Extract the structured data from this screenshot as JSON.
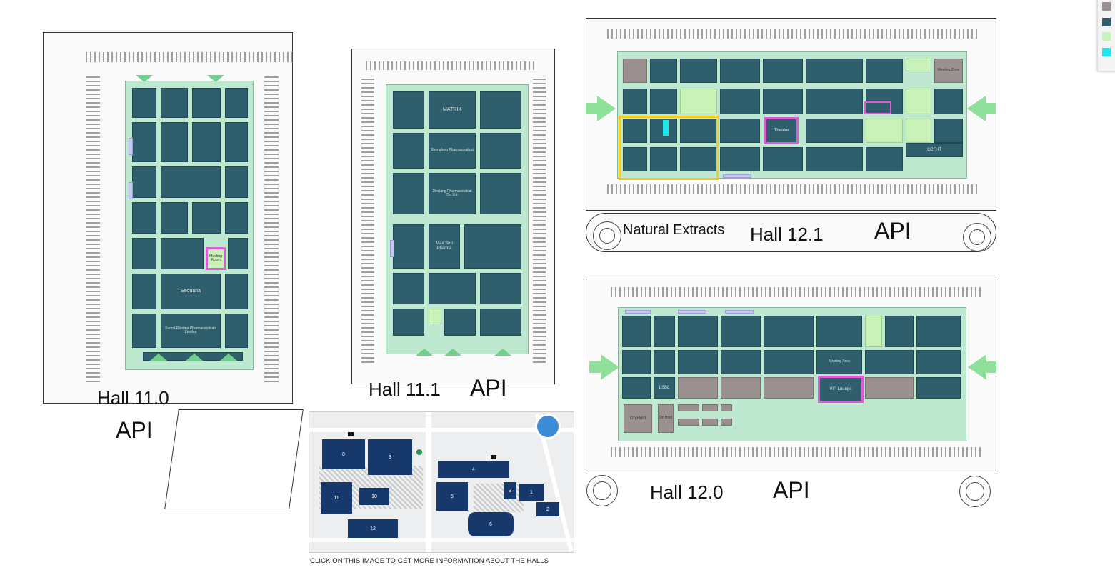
{
  "halls": {
    "hall_11_0": {
      "name": "Hall 11.0",
      "tag": "API",
      "booths": [
        "Sequana",
        "Sanofi-Pharma Pharmaceuticals Zentiva",
        "Meeting Room"
      ]
    },
    "hall_11_1": {
      "name": "Hall 11.1",
      "tag": "API",
      "booths": [
        "MATRIX",
        "Shenglong Pharmaceutical",
        "Zhejiang Pharmaceutical Co. Ltd.",
        "Max Sun Pharma"
      ]
    },
    "hall_12_1": {
      "name": "Hall 12.1",
      "tag": "API",
      "zone": "Natural Extracts",
      "booths": [
        "Theatre",
        "CCFHT",
        "Meeting Zone"
      ]
    },
    "hall_12_0": {
      "name": "Hall 12.0",
      "tag": "API",
      "booths": [
        "VIP Lounge",
        "On Hold",
        "On Hold",
        "Meeting Area",
        "LSBL"
      ]
    }
  },
  "site_map": {
    "caption": "CLICK ON THIS IMAGE TO GET MORE INFORMATION ABOUT THE HALLS",
    "hall_numbers": [
      "8",
      "9",
      "10",
      "11",
      "12",
      "4",
      "5",
      "6",
      "3",
      "1",
      "2"
    ],
    "colors": {
      "hall": "#17386b",
      "bg": "#eceef0",
      "circle": "#3e8bd6"
    }
  },
  "legend": {
    "swatches": [
      "#9a9090",
      "#2f5f6c",
      "#c9f2b8",
      "#1ee6ec"
    ]
  },
  "colors": {
    "booth": "#2f5f6c",
    "aisle": "#bfe8d0",
    "highlight": "#e05ad8",
    "natural_extracts": "#f2cf22",
    "entrance_arrow": "#8fe09a"
  }
}
